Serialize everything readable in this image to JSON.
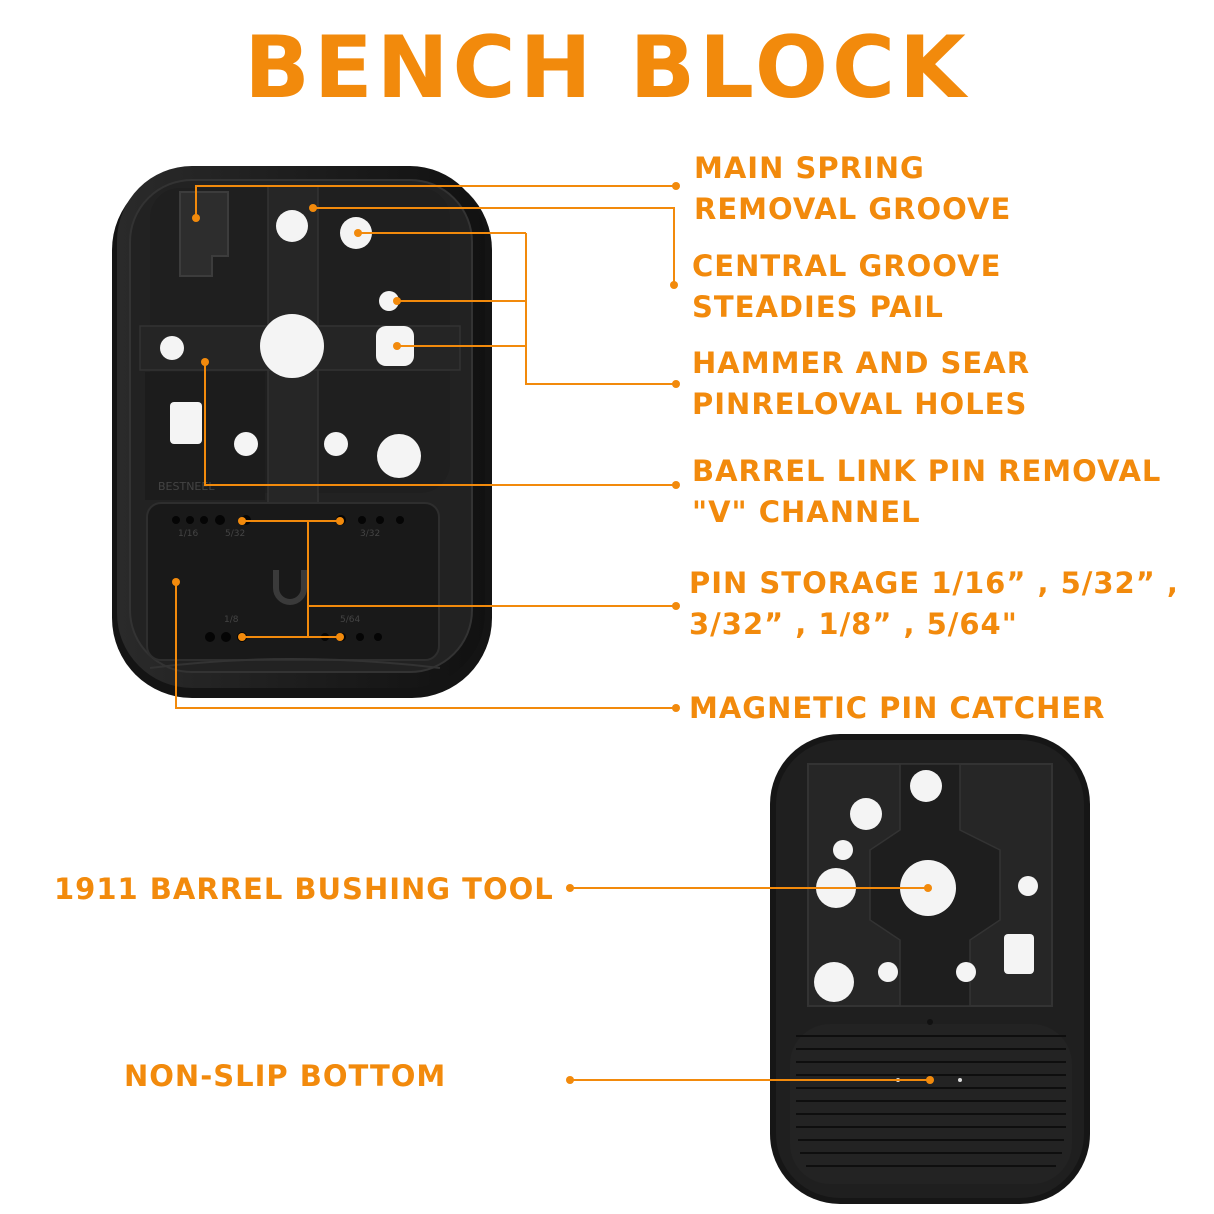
{
  "title": "BENCH BLOCK",
  "accent_color": "#F28A0C",
  "product_color": "#1e1e1e",
  "labels": {
    "main_spring_1": "MAIN SPRING",
    "main_spring_2": "REMOVAL GROOVE",
    "central_groove_1": "CENTRAL GROOVE",
    "central_groove_2": "STEADIES PAIL",
    "hammer_sear_1": "HAMMER AND SEAR",
    "hammer_sear_2": "PINRELOVAL HOLES",
    "barrel_link_1": "BARREL LINK PIN REMOVAL",
    "barrel_link_2": "\"V\" CHANNEL",
    "pin_storage_1": "PIN STORAGE 1/16” , 5/32” ,",
    "pin_storage_2": "3/32” , 1/8” , 5/64\"",
    "magnetic": "MAGNETIC PIN CATCHER",
    "bushing_tool": "1911 BARREL BUSHING TOOL",
    "non_slip": "NON-SLIP BOTTOM"
  },
  "embossed": {
    "brand": "BESTNEEL",
    "size_a": "1/16",
    "size_b": "5/32",
    "size_c": "3/32",
    "size_d": "1/8",
    "size_e": "5/64"
  }
}
